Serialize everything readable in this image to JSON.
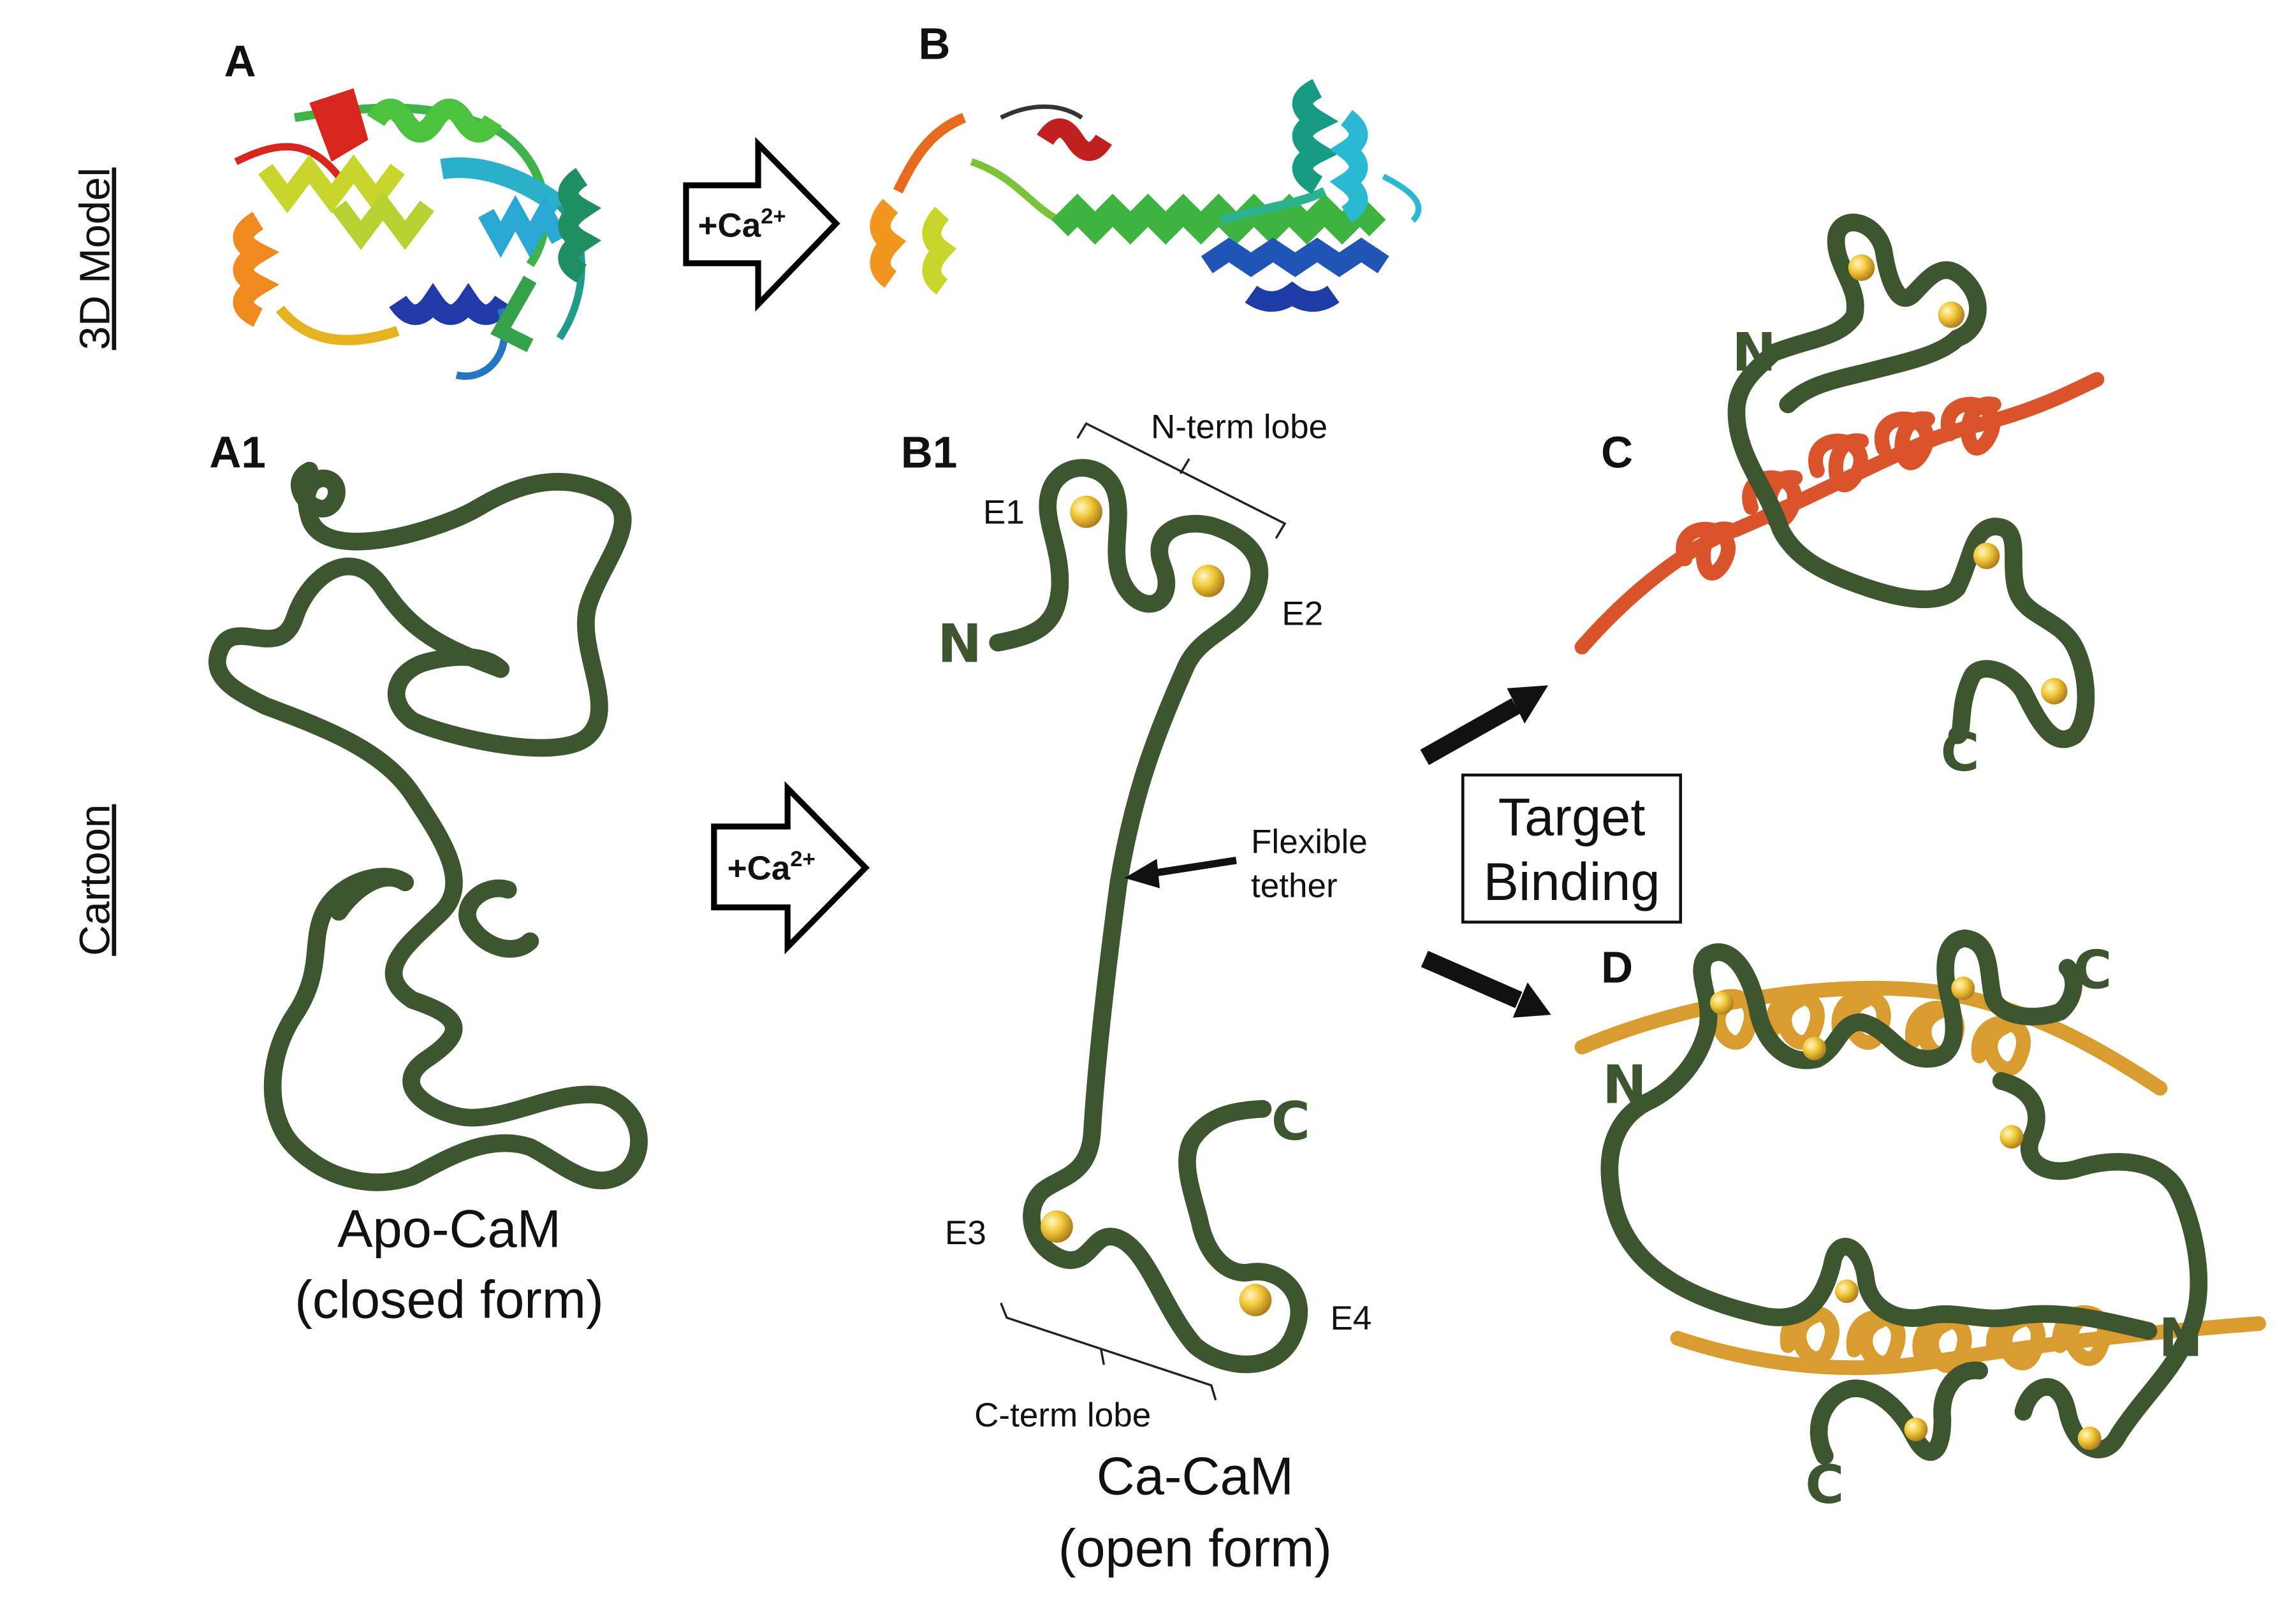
{
  "side_labels": {
    "top": "3D Model",
    "bottom": "Cartoon"
  },
  "panels": {
    "a": "A",
    "b": "B",
    "a1": "A1",
    "b1": "B1",
    "c": "C",
    "d": "D"
  },
  "arrows": {
    "top": "+Ca",
    "bottom": "+Ca",
    "superscript": "2+"
  },
  "apo": {
    "line1": "Apo-CaM",
    "line2": "(closed form)"
  },
  "ca": {
    "line1": "Ca-CaM",
    "line2": "(open form)"
  },
  "lobes": {
    "n_term": "N-term lobe",
    "c_term": "C-term lobe"
  },
  "ef_hands": {
    "e1": "E1",
    "e2": "E2",
    "e3": "E3",
    "e4": "E4"
  },
  "termini": {
    "n": "N",
    "c": "C"
  },
  "tether": {
    "line1": "Flexible",
    "line2": "tether"
  },
  "target": {
    "line1": "Target",
    "line2": "Binding"
  },
  "colors": {
    "cam_strand": "#3e5630",
    "peptide_c": "#d9532b",
    "peptide_d": "#d99d2f",
    "calcium": "#e8b52a"
  }
}
